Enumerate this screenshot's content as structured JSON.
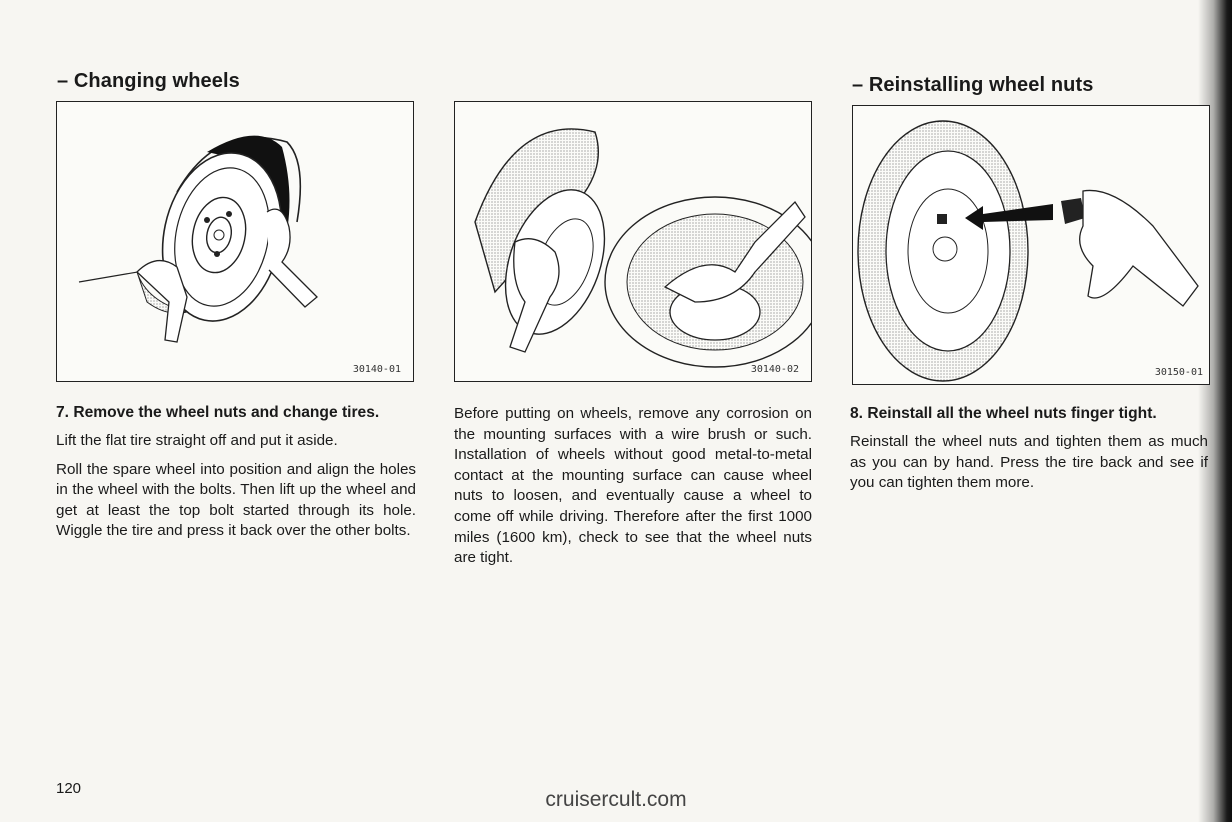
{
  "left_section": {
    "heading": "– Changing wheels",
    "figures": [
      {
        "code": "30140-01",
        "icon": "tire-removal-illustration"
      },
      {
        "code": "30140-02",
        "icon": "wire-brush-cleaning-illustration"
      }
    ],
    "step_title": "7. Remove the wheel nuts and change tires.",
    "step_paragraphs": [
      "Lift the flat tire straight off and put it aside.",
      "Roll the spare wheel into position and align the holes in the wheel with the bolts. Then lift up the wheel and get at least the top bolt started through its hole. Wiggle the tire and press it back over the other bolts."
    ],
    "middle_paragraph": "Before putting on wheels, remove any corrosion on the mounting surfaces with a wire brush or such. Installation of wheels without good metal-to-metal contact at the mounting surface can cause wheel nuts to loosen, and eventually cause a wheel to come off while driving. Therefore after the first 1000 miles (1600 km), check to see that the wheel nuts are tight."
  },
  "right_section": {
    "heading": "– Reinstalling wheel nuts",
    "figure": {
      "code": "30150-01",
      "icon": "wheel-nut-install-illustration"
    },
    "step_title": "8. Reinstall all the wheel nuts finger tight.",
    "step_paragraph": "Reinstall the wheel nuts and tighten them as much as you can by hand. Press the tire back and see if you can tighten them more."
  },
  "page_number": "120",
  "watermark": "cruisercult.com"
}
